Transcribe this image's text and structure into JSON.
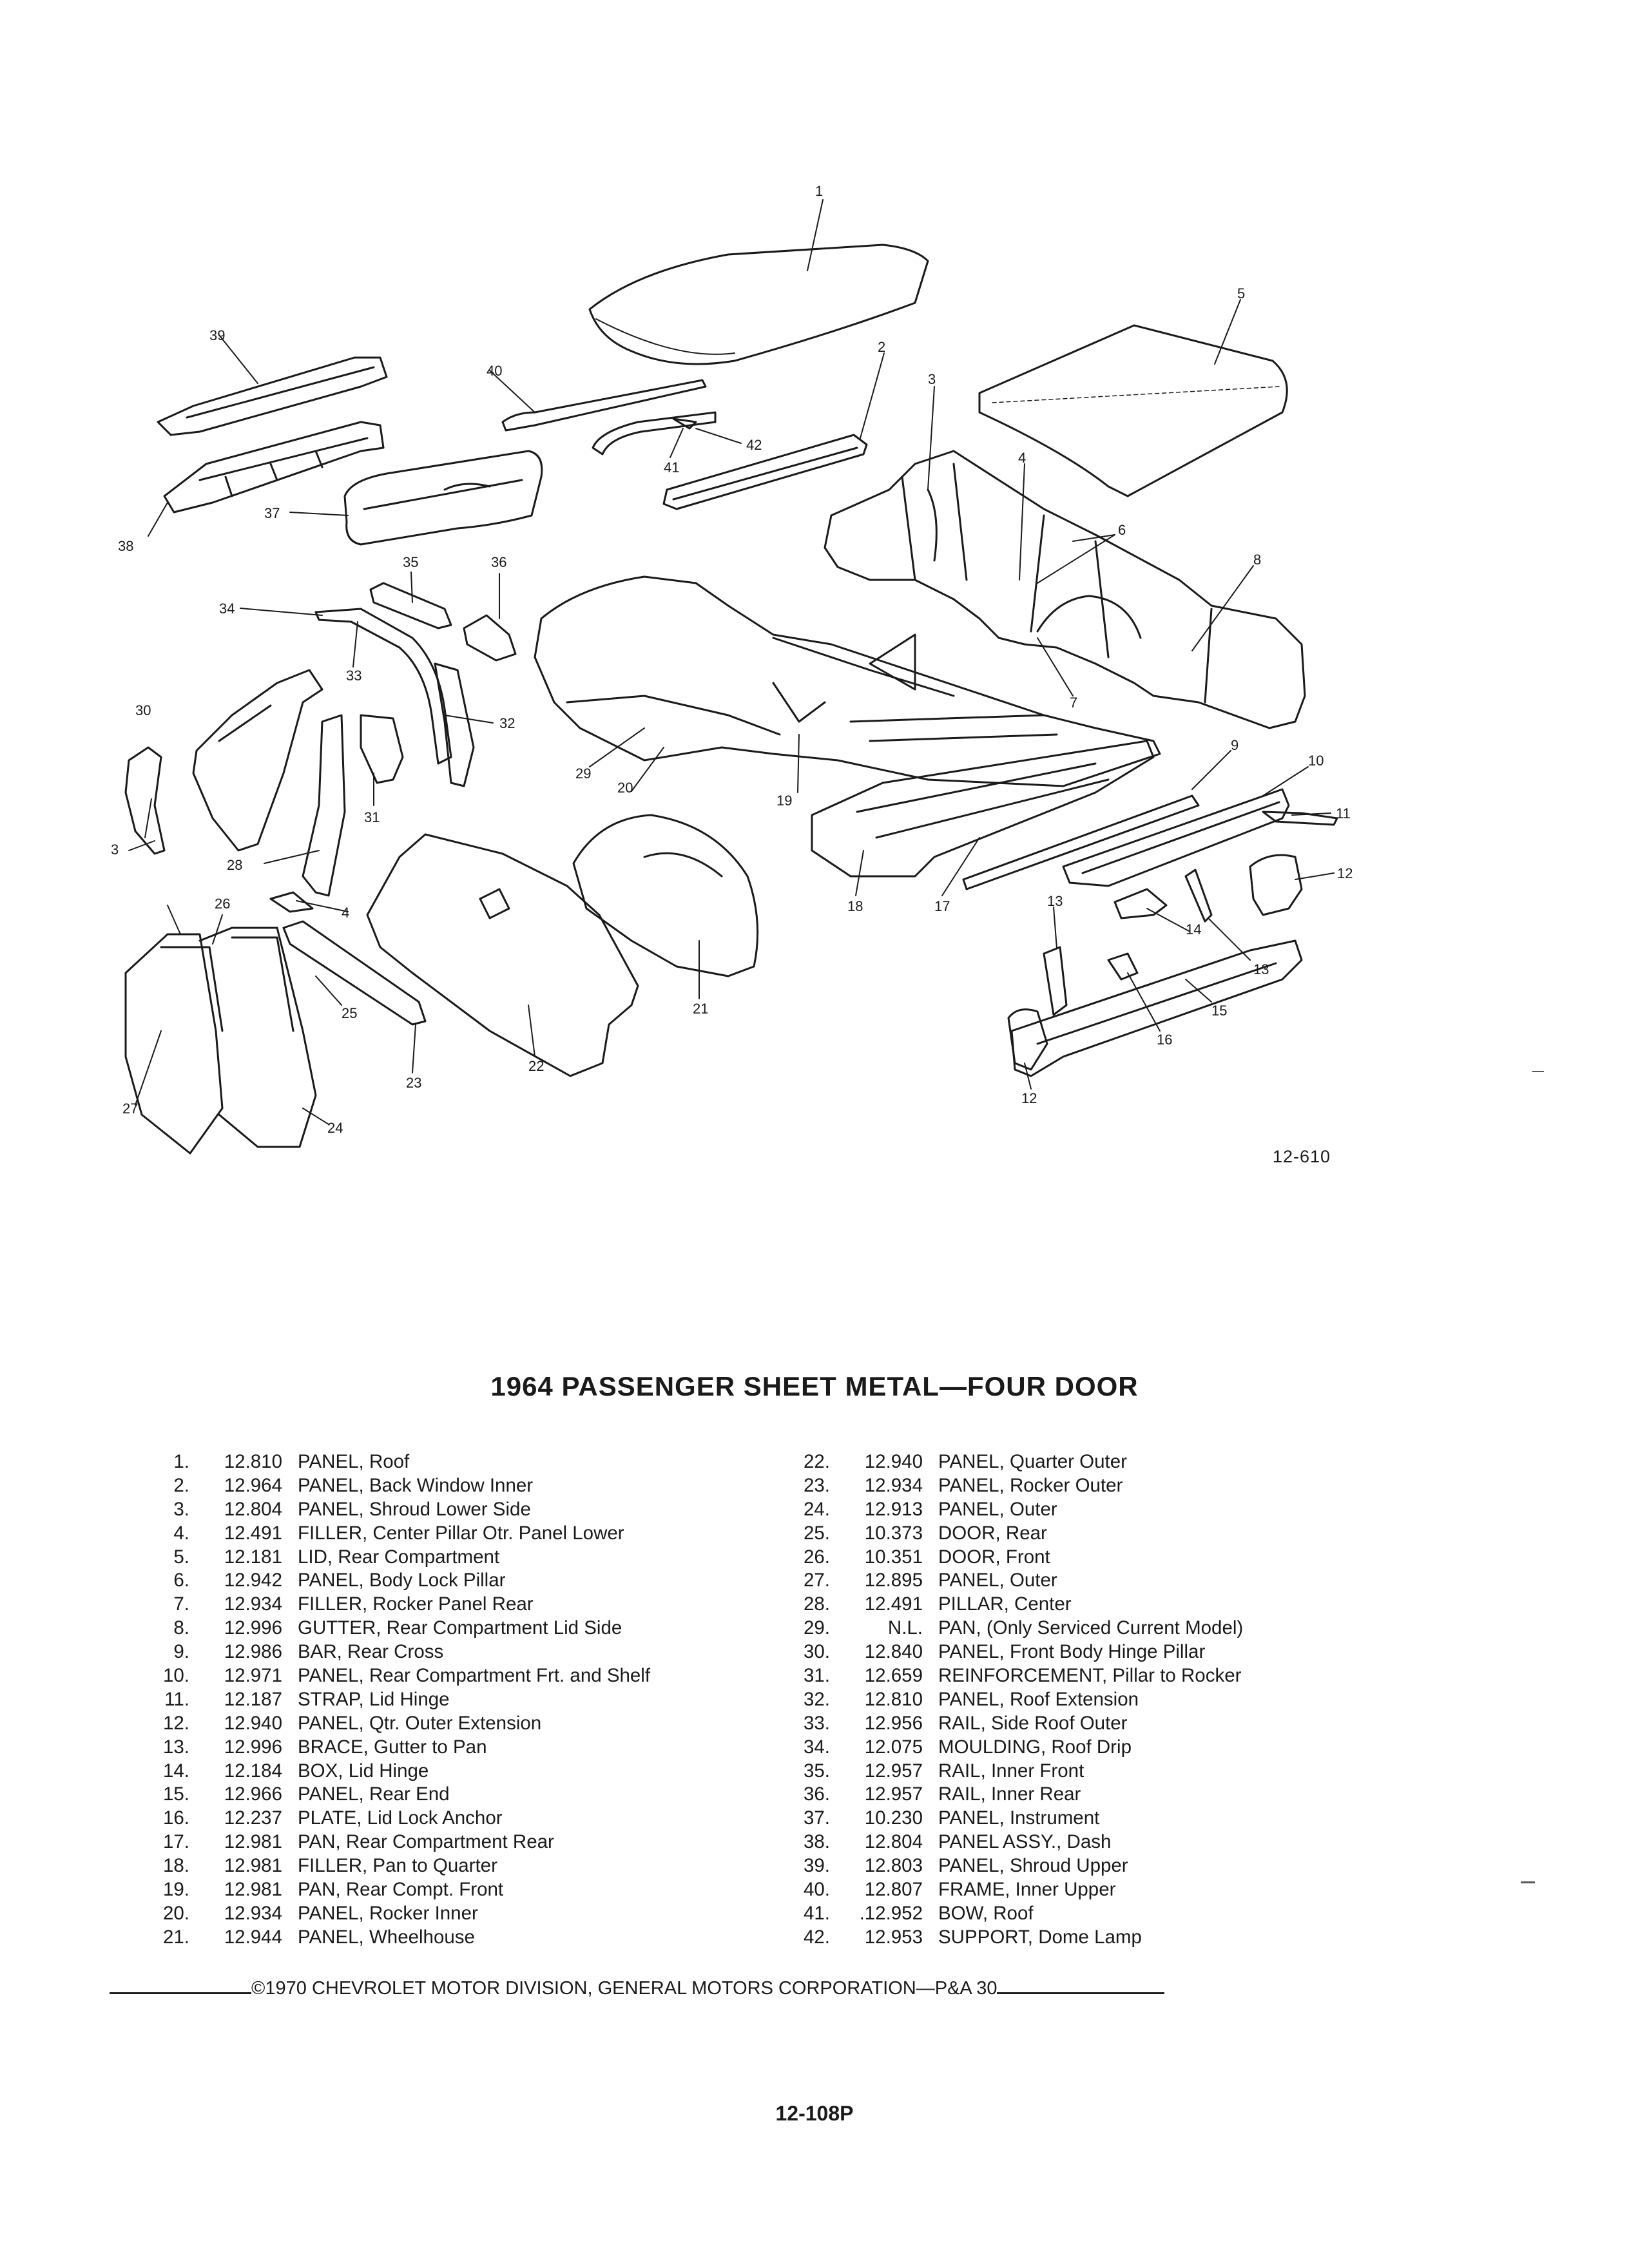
{
  "diagram": {
    "figure_ref": "12-610",
    "callouts": [
      {
        "id": "c1",
        "label": "1"
      },
      {
        "id": "c2",
        "label": "2"
      },
      {
        "id": "c3a",
        "label": "3"
      },
      {
        "id": "c3b",
        "label": "3"
      },
      {
        "id": "c4a",
        "label": "4"
      },
      {
        "id": "c4b",
        "label": "4"
      },
      {
        "id": "c5",
        "label": "5"
      },
      {
        "id": "c6",
        "label": "6"
      },
      {
        "id": "c7",
        "label": "7"
      },
      {
        "id": "c8",
        "label": "8"
      },
      {
        "id": "c9",
        "label": "9"
      },
      {
        "id": "c10",
        "label": "10"
      },
      {
        "id": "c11",
        "label": "11"
      },
      {
        "id": "c12a",
        "label": "12"
      },
      {
        "id": "c12b",
        "label": "12"
      },
      {
        "id": "c13a",
        "label": "13"
      },
      {
        "id": "c13b",
        "label": "13"
      },
      {
        "id": "c14",
        "label": "14"
      },
      {
        "id": "c15",
        "label": "15"
      },
      {
        "id": "c16",
        "label": "16"
      },
      {
        "id": "c17",
        "label": "17"
      },
      {
        "id": "c18",
        "label": "18"
      },
      {
        "id": "c19",
        "label": "19"
      },
      {
        "id": "c20",
        "label": "20"
      },
      {
        "id": "c21",
        "label": "21"
      },
      {
        "id": "c22",
        "label": "22"
      },
      {
        "id": "c23",
        "label": "23"
      },
      {
        "id": "c24",
        "label": "24"
      },
      {
        "id": "c25",
        "label": "25"
      },
      {
        "id": "c26",
        "label": "26"
      },
      {
        "id": "c27",
        "label": "27"
      },
      {
        "id": "c28",
        "label": "28"
      },
      {
        "id": "c29",
        "label": "29"
      },
      {
        "id": "c30",
        "label": "30"
      },
      {
        "id": "c31",
        "label": "31"
      },
      {
        "id": "c32",
        "label": "32"
      },
      {
        "id": "c33",
        "label": "33"
      },
      {
        "id": "c34",
        "label": "34"
      },
      {
        "id": "c35",
        "label": "35"
      },
      {
        "id": "c36",
        "label": "36"
      },
      {
        "id": "c37",
        "label": "37"
      },
      {
        "id": "c38",
        "label": "38"
      },
      {
        "id": "c39",
        "label": "39"
      },
      {
        "id": "c40",
        "label": "40"
      },
      {
        "id": "c41",
        "label": "41"
      },
      {
        "id": "c42",
        "label": "42"
      }
    ]
  },
  "title": "1964 PASSENGER SHEET METAL—FOUR DOOR",
  "parts_left": [
    {
      "num": "1.",
      "pn": "12.810",
      "desc": "PANEL, Roof"
    },
    {
      "num": "2.",
      "pn": "12.964",
      "desc": "PANEL, Back Window Inner"
    },
    {
      "num": "3.",
      "pn": "12.804",
      "desc": "PANEL, Shroud Lower Side"
    },
    {
      "num": "4.",
      "pn": "12.491",
      "desc": "FILLER, Center Pillar Otr. Panel Lower"
    },
    {
      "num": "5.",
      "pn": "12.181",
      "desc": "LID, Rear Compartment"
    },
    {
      "num": "6.",
      "pn": "12.942",
      "desc": "PANEL, Body Lock Pillar"
    },
    {
      "num": "7.",
      "pn": "12.934",
      "desc": "FILLER, Rocker Panel Rear"
    },
    {
      "num": "8.",
      "pn": "12.996",
      "desc": "GUTTER, Rear Compartment Lid Side"
    },
    {
      "num": "9.",
      "pn": "12.986",
      "desc": "BAR, Rear Cross"
    },
    {
      "num": "10.",
      "pn": "12.971",
      "desc": "PANEL, Rear Compartment Frt. and Shelf"
    },
    {
      "num": "11.",
      "pn": "12.187",
      "desc": "STRAP, Lid Hinge"
    },
    {
      "num": "12.",
      "pn": "12.940",
      "desc": "PANEL, Qtr. Outer Extension"
    },
    {
      "num": "13.",
      "pn": "12.996",
      "desc": "BRACE, Gutter to Pan"
    },
    {
      "num": "14.",
      "pn": "12.184",
      "desc": "BOX, Lid Hinge"
    },
    {
      "num": "15.",
      "pn": "12.966",
      "desc": "PANEL, Rear End"
    },
    {
      "num": "16.",
      "pn": "12.237",
      "desc": "PLATE, Lid Lock Anchor"
    },
    {
      "num": "17.",
      "pn": "12.981",
      "desc": "PAN, Rear Compartment Rear"
    },
    {
      "num": "18.",
      "pn": "12.981",
      "desc": "FILLER, Pan to Quarter"
    },
    {
      "num": "19.",
      "pn": "12.981",
      "desc": "PAN, Rear Compt. Front"
    },
    {
      "num": "20.",
      "pn": "12.934",
      "desc": "PANEL, Rocker Inner"
    },
    {
      "num": "21.",
      "pn": "12.944",
      "desc": "PANEL, Wheelhouse"
    }
  ],
  "parts_right": [
    {
      "num": "22.",
      "pn": "12.940",
      "desc": "PANEL, Quarter Outer"
    },
    {
      "num": "23.",
      "pn": "12.934",
      "desc": "PANEL, Rocker Outer"
    },
    {
      "num": "24.",
      "pn": "12.913",
      "desc": "PANEL, Outer"
    },
    {
      "num": "25.",
      "pn": "10.373",
      "desc": "DOOR, Rear"
    },
    {
      "num": "26.",
      "pn": "10.351",
      "desc": "DOOR, Front"
    },
    {
      "num": "27.",
      "pn": "12.895",
      "desc": "PANEL, Outer"
    },
    {
      "num": "28.",
      "pn": "12.491",
      "desc": "PILLAR, Center"
    },
    {
      "num": "29.",
      "pn": "N.L.",
      "desc": "PAN, (Only Serviced Current Model)"
    },
    {
      "num": "30.",
      "pn": "12.840",
      "desc": "PANEL, Front Body Hinge Pillar"
    },
    {
      "num": "31.",
      "pn": "12.659",
      "desc": "REINFORCEMENT, Pillar to Rocker"
    },
    {
      "num": "32.",
      "pn": "12.810",
      "desc": "PANEL, Roof Extension"
    },
    {
      "num": "33.",
      "pn": "12.956",
      "desc": "RAIL, Side Roof Outer"
    },
    {
      "num": "34.",
      "pn": "12.075",
      "desc": "MOULDING, Roof Drip"
    },
    {
      "num": "35.",
      "pn": "12.957",
      "desc": "RAIL, Inner Front"
    },
    {
      "num": "36.",
      "pn": "12.957",
      "desc": "RAIL, Inner Rear"
    },
    {
      "num": "37.",
      "pn": "10.230",
      "desc": "PANEL, Instrument"
    },
    {
      "num": "38.",
      "pn": "12.804",
      "desc": "PANEL ASSY., Dash"
    },
    {
      "num": "39.",
      "pn": "12.803",
      "desc": "PANEL, Shroud Upper"
    },
    {
      "num": "40.",
      "pn": "12.807",
      "desc": "FRAME, Inner Upper"
    },
    {
      "num": "41.",
      "pn": ".12.952",
      "desc": "BOW, Roof"
    },
    {
      "num": "42.",
      "pn": "12.953",
      "desc": "SUPPORT, Dome Lamp"
    }
  ],
  "footer": "©1970 CHEVROLET MOTOR DIVISION, GENERAL MOTORS CORPORATION—P&A 30",
  "page_number": "12-108P"
}
